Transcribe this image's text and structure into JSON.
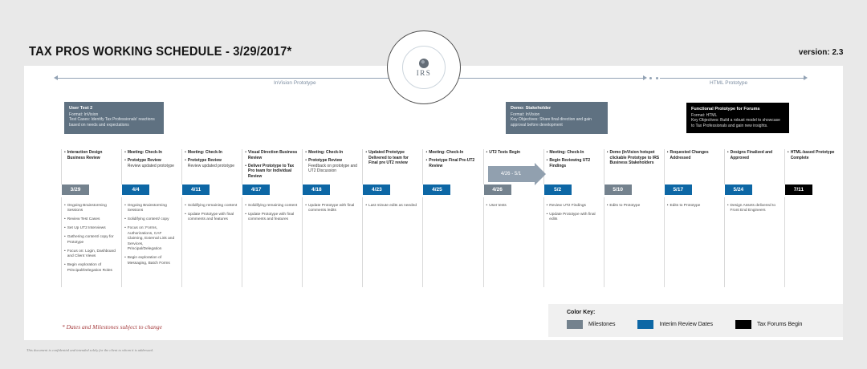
{
  "header": {
    "title": "TAX PROS WORKING SCHEDULE  -  3/29/2017*",
    "version": "version: 2.3"
  },
  "logo": {
    "text": "IRS"
  },
  "phases": [
    {
      "label": "InVision Prototype"
    },
    {
      "label": "HTML Prototype"
    }
  ],
  "callouts": [
    {
      "title": "User Test 2",
      "lines": [
        "Format: InVision",
        "Test Cases: Identify Tax Professionals' reactions based on needs and expectations"
      ]
    },
    {
      "title": "Demo: Stakeholder",
      "lines": [
        "Format: InVision",
        "Key Objectives: Share final direction and gain approval before development"
      ]
    },
    {
      "title": "Functional Prototype for Forums",
      "lines": [
        "Format: HTML",
        "Key Objectives: Build a robust model to showcase to Tax Professionals and gain new insights."
      ]
    }
  ],
  "colors": {
    "milestone": "#74828e",
    "interim": "#0d67a5",
    "forums": "#000000"
  },
  "ut2_range": {
    "label": "4/26 - 5/1"
  },
  "columns": [
    {
      "date": "3/29",
      "date_type": "milestone",
      "headers": [
        {
          "t": "Interaction Design Business Review"
        }
      ],
      "tasks": [
        "Ongoing Brainstorming Sessions",
        "Review Test Cases",
        "Set Up UT2 Interviews",
        "Gathering content/ copy for Prototype",
        "Focus on: Login, Dashboard and Client Views",
        "Begin exploration of Principal/Delegation Roles"
      ]
    },
    {
      "date": "4/4",
      "date_type": "interim",
      "headers": [
        {
          "t": "Meeting: Check-In"
        },
        {
          "t": "Prototype Review",
          "s": "Review updated prototype"
        }
      ],
      "tasks": [
        "Ongoing Brainstorming Sessions",
        "Solidifying content/ copy",
        "Focus on: Forms, Authorizations, CAF Claiming, External Link and Services, Principal/Delegation",
        "Begin exploration of Messaging, Batch Forms"
      ]
    },
    {
      "date": "4/11",
      "date_type": "interim",
      "headers": [
        {
          "t": "Meeting: Check-In"
        },
        {
          "t": "Prototype Review",
          "s": "Review updated prototype"
        }
      ],
      "tasks": [
        "Solidifying remaining content",
        "Update Prototype with final comments and features"
      ]
    },
    {
      "date": "4/17",
      "date_type": "interim",
      "headers": [
        {
          "t": "Visual Direction Business Review"
        },
        {
          "t": "Deliver Prototype to Tax Pro team for Individual Review"
        }
      ],
      "tasks": [
        "Solidifying remaining content",
        "Update Prototype with final comments and features"
      ]
    },
    {
      "date": "4/18",
      "date_type": "interim",
      "headers": [
        {
          "t": "Meeting: Check-In"
        },
        {
          "t": "Prototype Review",
          "s": "Feedback on prototype and UT2 Discussion"
        }
      ],
      "tasks": [
        "Update Prototype with final comments /edits"
      ]
    },
    {
      "date": "4/23",
      "date_type": "interim",
      "headers": [
        {
          "t": "Updated Prototype Delivered to team for Final pre UT2 review"
        }
      ],
      "tasks": [
        "Last minute edits as needed"
      ]
    },
    {
      "date": "4/25",
      "date_type": "interim",
      "headers": [
        {
          "t": "Meeting: Check-In"
        },
        {
          "t": "Prototype Final Pre-UT2 Review"
        }
      ],
      "tasks": []
    },
    {
      "date": "4/26",
      "date_type": "milestone",
      "headers": [
        {
          "t": "UT2 Tests Begin"
        }
      ],
      "arrow": true,
      "tasks": [
        "User tests"
      ]
    },
    {
      "date": "5/2",
      "date_type": "interim",
      "headers": [
        {
          "t": "Meeting: Check-In"
        },
        {
          "t": "Begin Reviewing UT2 Findings"
        }
      ],
      "tasks": [
        "Review UT2 Findings",
        "Update Prototype with final edits"
      ]
    },
    {
      "date": "5/10",
      "date_type": "milestone",
      "headers": [
        {
          "t": "Demo (InVision hotspot clickable Prototype to IRS Business Stakeholders"
        }
      ],
      "tasks": [
        "Edits to Prototype"
      ]
    },
    {
      "date": "5/17",
      "date_type": "interim",
      "headers": [
        {
          "t": "Requested Changes Addressed"
        }
      ],
      "tasks": [
        "Edits to Prototype"
      ]
    },
    {
      "date": "5/24",
      "date_type": "interim",
      "headers": [
        {
          "t": "Designs Finalized and Approved"
        }
      ],
      "tasks": [
        "Design Assets delivered to Front End Engineers"
      ]
    },
    {
      "date": "7/11",
      "date_type": "forums",
      "headers": [
        {
          "t": "HTML-based Prototype Complete"
        }
      ],
      "tasks": []
    }
  ],
  "color_key": {
    "title": "Color Key:",
    "items": [
      {
        "label": "Milestones",
        "color": "#74828e"
      },
      {
        "label": "Interim Review Dates",
        "color": "#0d67a5"
      },
      {
        "label": "Tax Forums Begin",
        "color": "#000000"
      }
    ]
  },
  "footnote": "*   Dates and Milestones subject to change",
  "disclaimer": "This document is confidential and intended solely for the client to whom it is addressed."
}
